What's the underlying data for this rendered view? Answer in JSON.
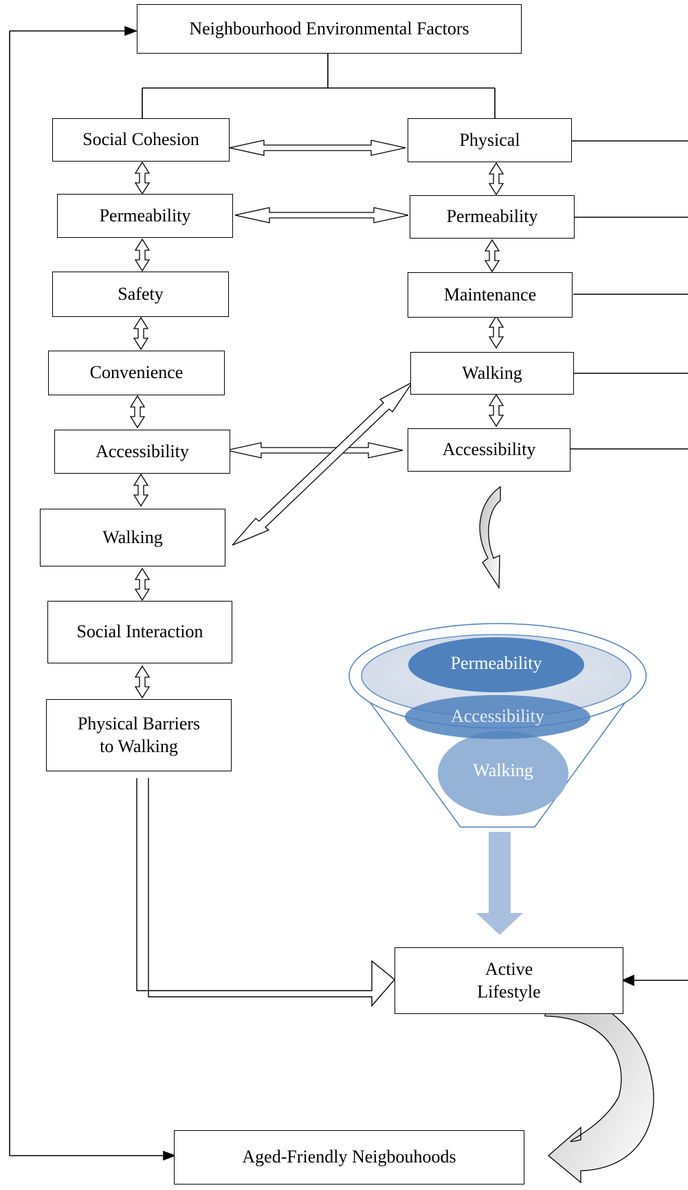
{
  "boxes": {
    "top": "Neighbourhood Environmental Factors",
    "social_cohesion": "Social Cohesion",
    "physical": "Physical",
    "left_permeability": "Permeability",
    "right_permeability": "Permeability",
    "safety": "Safety",
    "maintenance": "Maintenance",
    "convenience": "Convenience",
    "right_walking": "Walking",
    "left_accessibility": "Accessibility",
    "right_accessibility": "Accessibility",
    "left_walking": "Walking",
    "social_interaction": "Social Interaction",
    "physical_barriers": "Physical Barriers\nto Walking",
    "active_lifestyle": "Active\nLifestyle",
    "aged_friendly": "Aged-Friendly Neigbouhoods"
  },
  "funnel": {
    "layers": [
      "Permeability",
      "Accessibility",
      "Walking"
    ],
    "colors": {
      "dark": "#4f81bd",
      "mid": "#7ea2cf",
      "light": "#95b3d7",
      "rim": "#4f81bd"
    }
  }
}
